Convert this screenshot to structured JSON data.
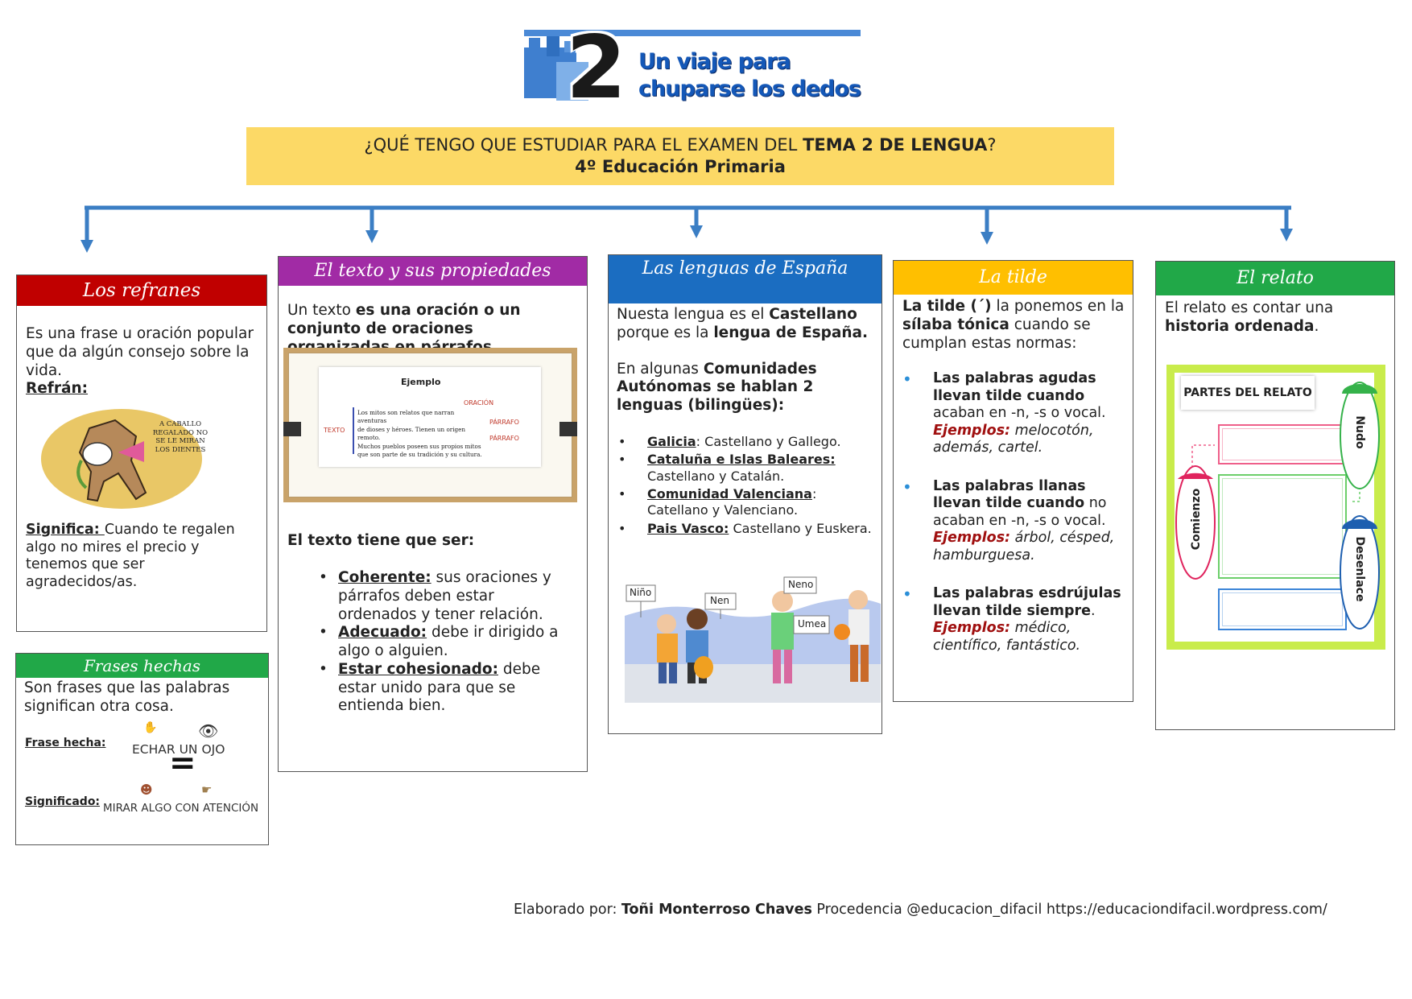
{
  "logo": {
    "number": "2",
    "line1": "Un viaje para",
    "line2": "chuparse los dedos"
  },
  "banner": {
    "question_pre": "¿QUÉ TENGO QUE ESTUDIAR PARA EL EXAMEN DEL ",
    "question_bold": "TEMA 2 DE LENGUA",
    "question_post": "?",
    "grade": "4º Educación Primaria"
  },
  "colors": {
    "banner": "#fcd966",
    "arrows": "#3b7ec4",
    "refranes": "#c00000",
    "texto": "#a12ba5",
    "lenguas": "#1b6dc1",
    "tilde": "#ffbf00",
    "relato": "#21a848",
    "frases": "#21a848"
  },
  "refranes": {
    "title": "Los refranes",
    "def": "Es una frase u oración popular que da algún consejo sobre la vida.",
    "refran_label": "Refrán:",
    "img_text": "A CABALLO REGALADO NO SE LE MIRAN LOS DIENTES",
    "significa_label": "Significa: ",
    "significa_text": "Cuando te regalen algo no mires el precio y tenemos que ser agradecidos/as."
  },
  "frases": {
    "title": "Frases hechas",
    "def": "Son frases que las palabras significan otra cosa.",
    "frase_label": "Frase hecha:",
    "frase_value": "ECHAR UN OJO",
    "equals": "=",
    "sig_label": "Significado:",
    "sig_value": "MIRAR ALGO CON ATENCIÓN"
  },
  "texto": {
    "title": "El texto y sus propiedades",
    "intro_pre": "Un texto ",
    "intro_bold": "es una oración o un conjunto de oraciones organizadas en párrafos",
    "intro_post": ".",
    "ejemplo": {
      "title": "Ejemplo",
      "label_texto": "TEXTO",
      "label_oracion": "ORACIÓN",
      "label_parrafo1": "PÁRRAFO",
      "label_parrafo2": "PÁRRAFO",
      "line1": "Los mitos son relatos que narran aventuras",
      "line2": "de dioses y héroes. Tienen un origen remoto.",
      "line3": "Muchos pueblos poseen sus propios mitos",
      "line4": "que son parte de su tradición y su cultura."
    },
    "tiene_que_ser": "El texto tiene que ser:",
    "items": [
      {
        "term": "Coherente:",
        "desc": " sus oraciones y párrafos deben estar ordenados y tener relación."
      },
      {
        "term": "Adecuado:",
        "desc": " debe ir dirigido a algo o alguien."
      },
      {
        "term": "Estar cohesionado:",
        "desc": " debe estar unido para que se entienda bien."
      }
    ]
  },
  "lenguas": {
    "title": "Las lenguas de España",
    "p1_a": "Nuesta lengua es el ",
    "p1_b": "Castellano",
    "p1_c": " porque es la ",
    "p1_d": "lengua de España.",
    "p2_a": "En algunas ",
    "p2_b": "Comunidades Autónomas se hablan 2 lenguas (bilingües):",
    "items": [
      {
        "region": "Galicia",
        "sep": ":",
        "langs": " Castellano y Gallego."
      },
      {
        "region": "Cataluña e Islas Baleares:",
        "sep": "",
        "langs": " Castellano y Catalán."
      },
      {
        "region": "Comunidad Valenciana",
        "sep": ":",
        "langs": " Catellano y Valenciano."
      },
      {
        "region": "Pais Vasco:",
        "sep": "",
        "langs": " Castellano y Euskera."
      }
    ],
    "signs": [
      "Niño",
      "Nen",
      "Neno",
      "Umea"
    ]
  },
  "tilde": {
    "title": "La tilde",
    "intro_a": "La tilde (´)",
    "intro_b": " la ponemos en la ",
    "intro_c": "sílaba tónica",
    "intro_d": " cuando se cumplan estas normas:",
    "rules": [
      {
        "bold": "Las palabras agudas llevan tilde cuando",
        "rest": " acaban en -n, -s o vocal.",
        "ej": "Ejemplos:",
        "words": " melocotón, además, cartel."
      },
      {
        "bold": "Las palabras llanas llevan tilde cuando",
        "rest": " no acaban en -n, -s o vocal.",
        "ej": "Ejemplos:",
        "words": " árbol, césped, hamburguesa."
      },
      {
        "bold": "Las palabras esdrújulas llevan tilde siempre",
        "rest": ".",
        "ej": "Ejemplos:",
        "words": " médico, científico, fantástico."
      }
    ]
  },
  "relato": {
    "title": "El relato",
    "def_a": "El relato es contar una ",
    "def_b": "historia ordenada",
    "def_c": ".",
    "partes": "PARTES DEL RELATO",
    "comienzo": "Comienzo",
    "nudo": "Nudo",
    "desenlace": "Desenlace"
  },
  "footer": {
    "pre": "Elaborado por: ",
    "author": "Toñi Monterroso Chaves",
    "post": " Procedencia @educacion_difacil https://educaciondifacil.wordpress.com/"
  }
}
